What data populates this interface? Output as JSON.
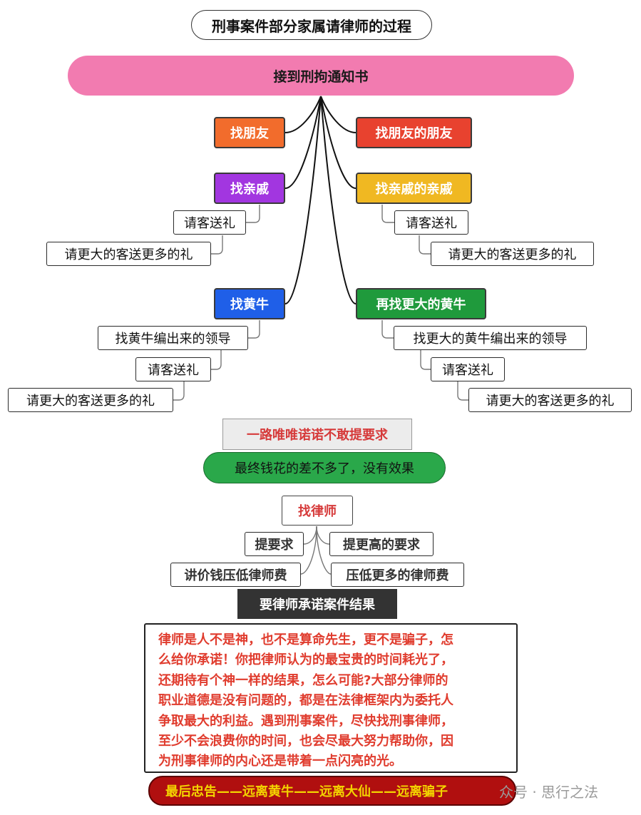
{
  "title": "刑事案件部分家属请律师的过程",
  "root": "接到刑拘通知书",
  "colors": {
    "root": "#f27bb0",
    "friend": "#f26c2c",
    "friend_of_friend": "#e8422f",
    "relative": "#a236e0",
    "relative_of_relative": "#f0b822",
    "scalper": "#1f5fe8",
    "bigger_scalper": "#1f9a3c",
    "advice_bg": "#b00f0f",
    "advice_text": "#f3d400",
    "warning_text": "#e03c2e"
  },
  "left": {
    "friend": "找朋友",
    "relative": {
      "label": "找亲戚",
      "children": [
        "请客送礼",
        "请更大的客送更多的礼"
      ]
    },
    "scalper": {
      "label": "找黄牛",
      "children": [
        "找黄牛编出来的领导",
        "请客送礼",
        "请更大的客送更多的礼"
      ]
    }
  },
  "right": {
    "friend_of_friend": "找朋友的朋友",
    "relative_of_relative": {
      "label": "找亲戚的亲戚",
      "children": [
        "请客送礼",
        "请更大的客送更多的礼"
      ]
    },
    "bigger_scalper": {
      "label": "再找更大的黄牛",
      "children": [
        "找更大的黄牛编出来的领导",
        "请客送礼",
        "请更大的客送更多的礼"
      ]
    }
  },
  "submissive": "一路唯唯诺诺不敢提要求",
  "result": "最终钱花的差不多了，没有效果",
  "lawyer": {
    "label": "找律师",
    "left": [
      "提要求",
      "讲价钱压低律师费"
    ],
    "right": [
      "提更高的要求",
      "压低更多的律师费"
    ]
  },
  "promise": "要律师承诺案件结果",
  "warning_lines": [
    "律师是人不是神，也不是算命先生，更不是骗子，怎",
    "么给你承诺！你把律师认为的最宝贵的时间耗光了，",
    "还期待有个神一样的结果，怎么可能?大部分律师的",
    "职业道德是没有问题的，都是在法律框架内为委托人",
    "争取最大的利益。遇到刑事案件，尽快找刑事律师，",
    "至少不会浪费你的时间，也会尽最大努力帮助你，因",
    "为刑事律师的内心还是带着一点闪亮的光。"
  ],
  "advice": "最后忠告——远离黄牛——远离大仙——远离骗子",
  "watermark": "众号 · 思行之法"
}
